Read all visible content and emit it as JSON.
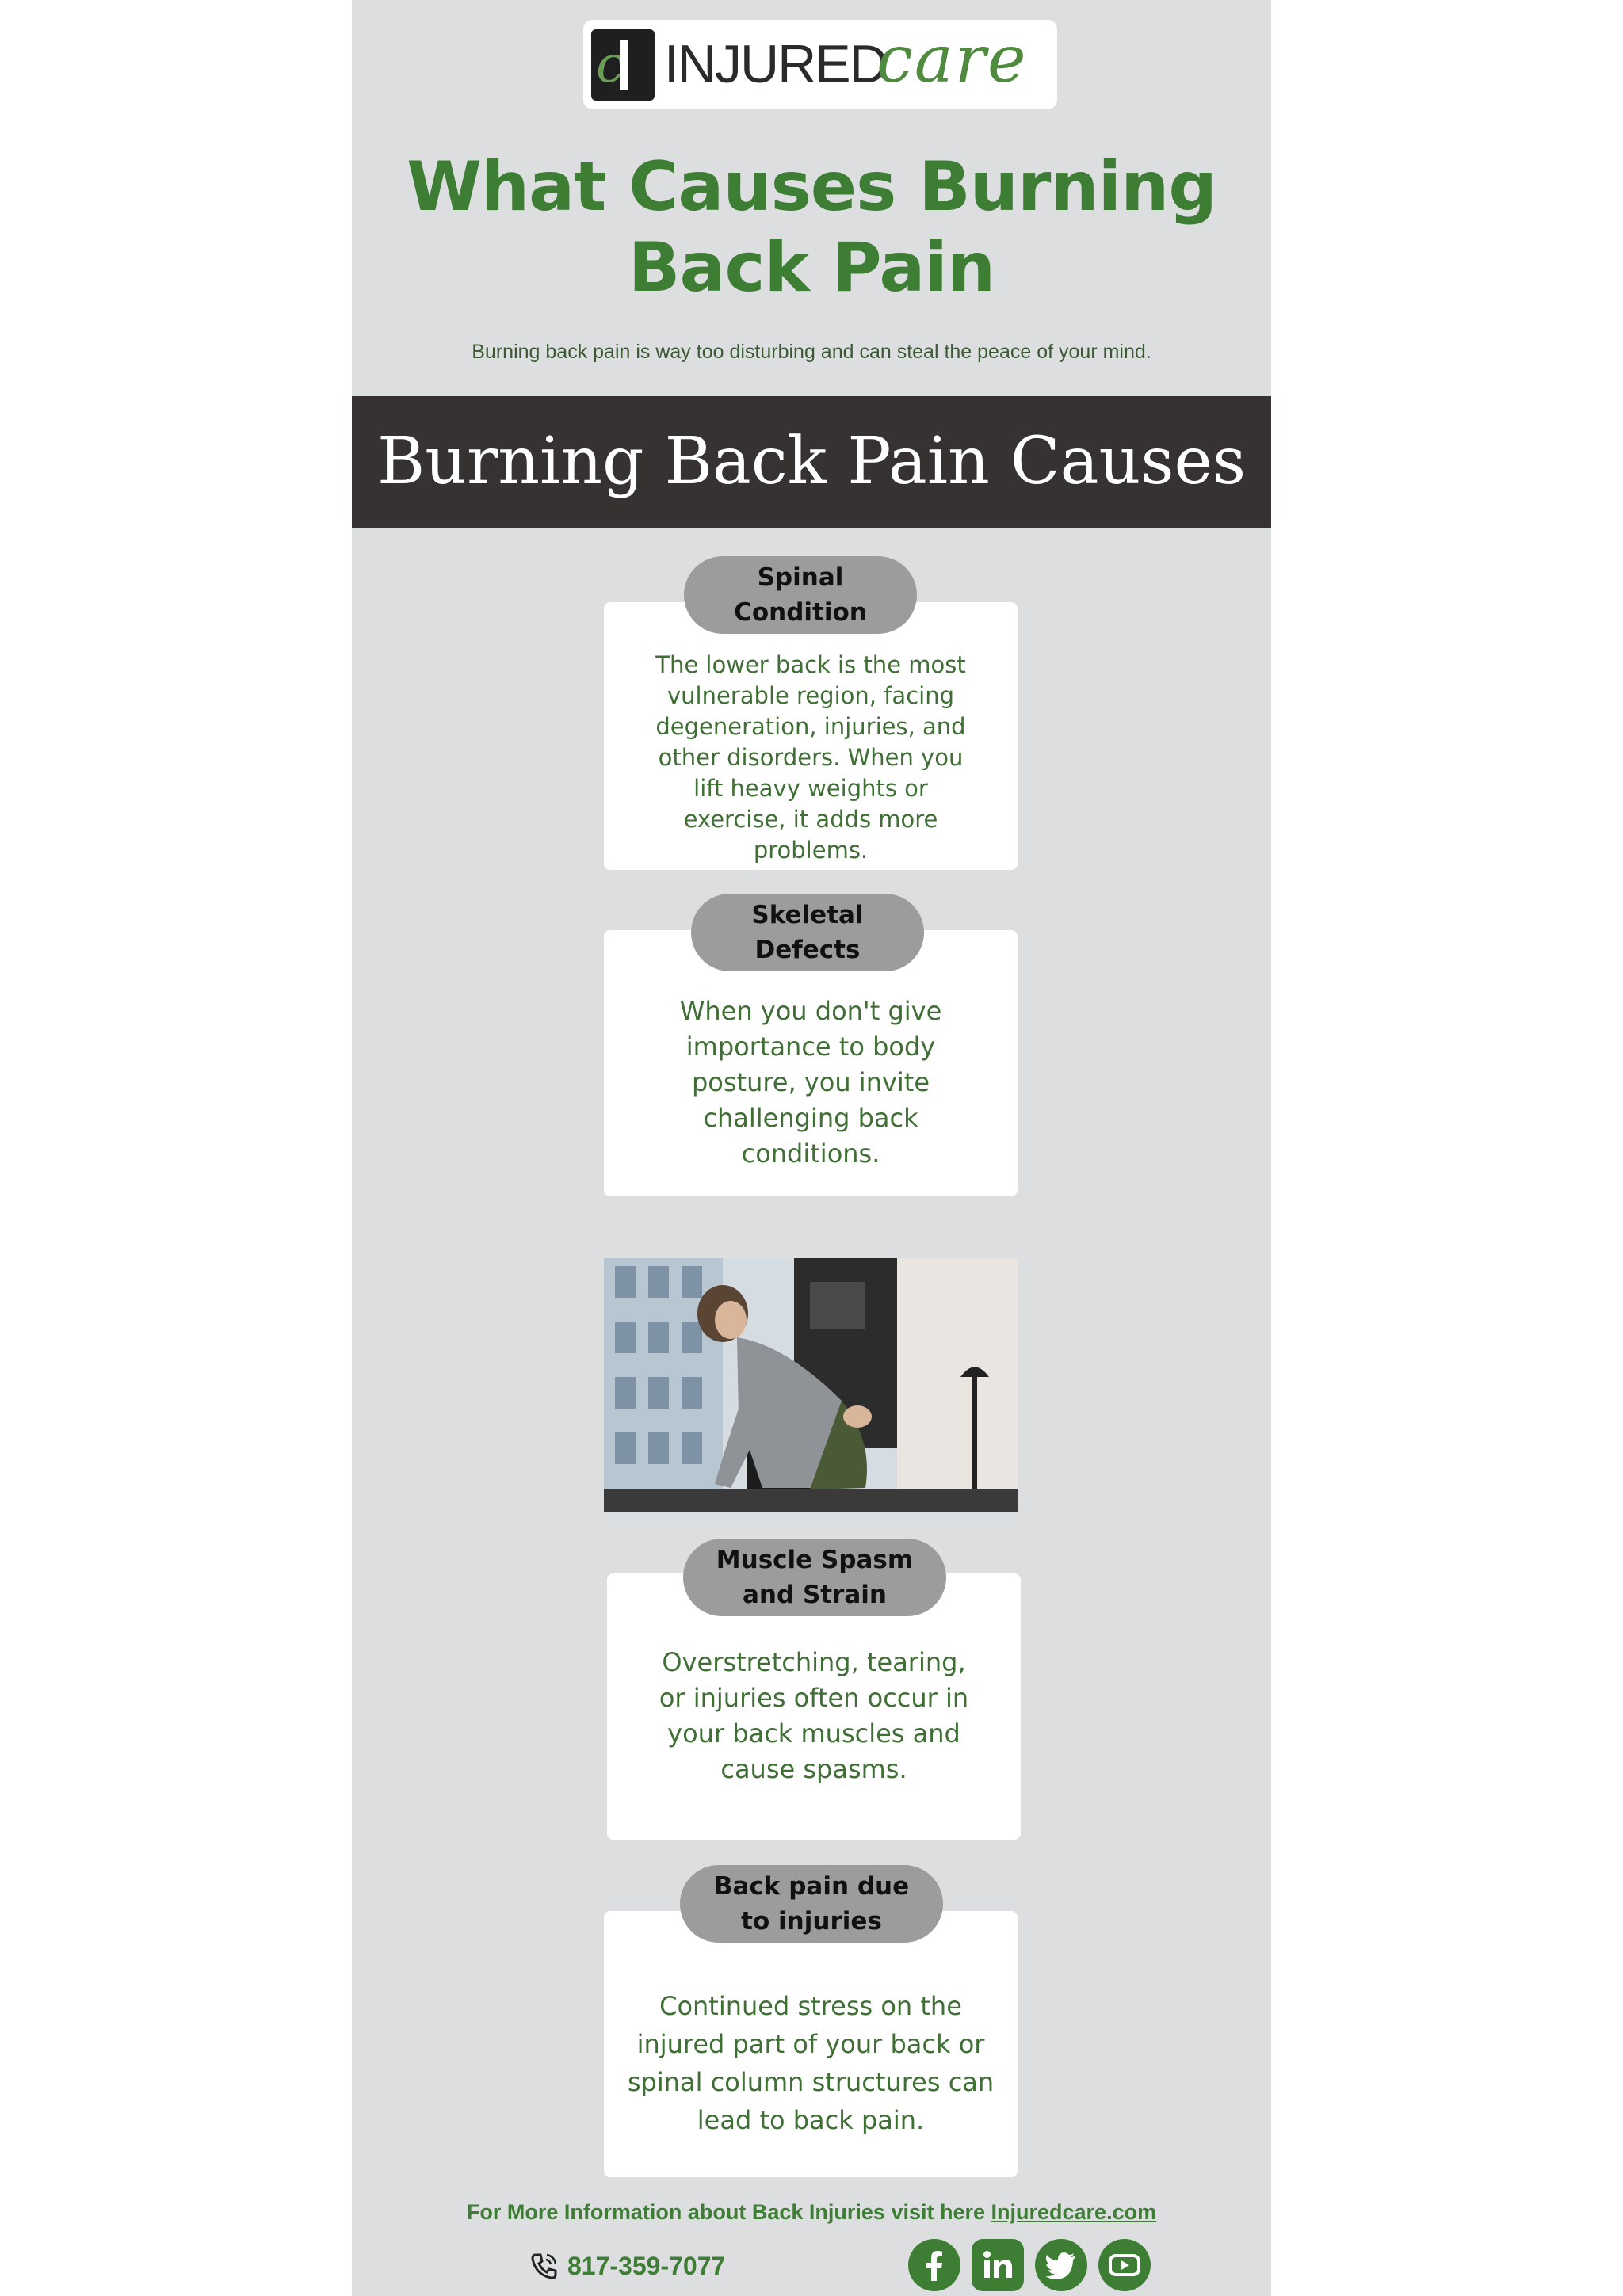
{
  "logo": {
    "brand_part1": "INJURED",
    "brand_part2": "care",
    "mark_letter": "c"
  },
  "header": {
    "title": "What Causes Burning Back Pain",
    "subtitle": "Burning back pain is way too disturbing and can steal the peace of your mind."
  },
  "banner": {
    "text": "Burning Back Pain Causes"
  },
  "causes": [
    {
      "heading": "Spinal Condition",
      "body": "The lower back is the most vulnerable region, facing degeneration, injuries, and other disorders. When you lift heavy weights or exercise, it adds more problems."
    },
    {
      "heading": "Skeletal Defects",
      "body": "When you don't give importance to body posture, you invite challenging back conditions."
    },
    {
      "heading": "Muscle Spasm and Strain",
      "body": "Overstretching, tearing, or injuries often occur in your back muscles and cause spasms."
    },
    {
      "heading": "Back pain due to injuries",
      "body": "Continued stress on the injured part of your back or spinal column structures can lead to back pain."
    }
  ],
  "footer": {
    "info_text": "For More Information about Back Injuries visit here ",
    "link_text": "Injuredcare.com",
    "phone": "817-359-7077",
    "social_icons": [
      "facebook-icon",
      "linkedin-icon",
      "twitter-icon",
      "youtube-icon"
    ]
  },
  "colors": {
    "brand_green": "#3e7d34",
    "background": "#dcdee0",
    "banner": "#353231",
    "pill": "#9c9c9c"
  }
}
